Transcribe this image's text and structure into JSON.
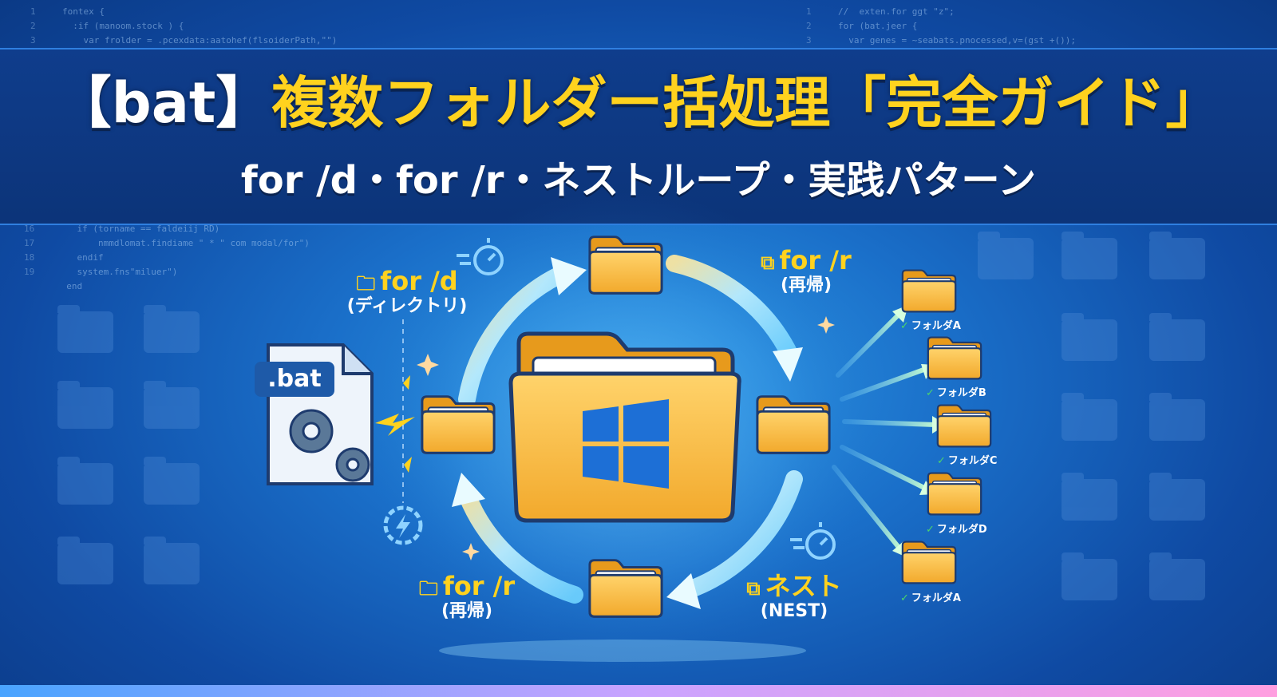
{
  "title": {
    "part1": "【bat】",
    "part2": "複数フォルダー括処理「完全ガイド」"
  },
  "subtitle": "for /d・for /r・ネストループ・実践パターン",
  "code_left": [
    {
      "n": "1",
      "t": "fontex {"
    },
    {
      "n": "2",
      "t": "  :if (manoom.stock ) {"
    },
    {
      "n": "3",
      "t": "    var frolder = .pcexdata:aatohef(flsoiderPath,\"\")"
    }
  ],
  "code_left_lower": [
    {
      "n": "16",
      "t": "    if (torname == faldeiij RD)"
    },
    {
      "n": "17",
      "t": "        nmmdlomat.findiame \" * \" com modal/for\")"
    },
    {
      "n": "18",
      "t": "    endif"
    },
    {
      "n": "19",
      "t": "    system.fns\"miluer\")"
    },
    {
      "n": "",
      "t": "  end"
    }
  ],
  "code_right": [
    {
      "n": "1",
      "t": "//  exten.for ggt \"z\";"
    },
    {
      "n": "2",
      "t": "for (bat.jeer {"
    },
    {
      "n": "3",
      "t": "  var genes = ~seabats.pnocessed,v=(gst +());"
    }
  ],
  "labels": {
    "ford": {
      "main": "for /d",
      "sub": "(ディレクトリ)"
    },
    "forr_top": {
      "main": "for /r",
      "sub": "(再帰)"
    },
    "forr_bottom": {
      "main": "for /r",
      "sub": "(再帰)"
    },
    "nest": {
      "main": "ネスト",
      "sub": "(NEST)"
    },
    "bat": ".bat"
  },
  "folders_right": [
    "フォルダA",
    "フォルダB",
    "フォルダC",
    "フォルダD",
    "フォルダA"
  ],
  "colors": {
    "accent_yellow": "#ffd21e",
    "folder_fill": "#f6b93b",
    "folder_light": "#ffd36b",
    "windows_blue": "#1d6fd6",
    "banner": "#0f3d8c",
    "check_green": "#4cd46b"
  },
  "icons": {
    "folder": "folder-icon",
    "stopwatch": "stopwatch-icon",
    "gear": "gear-icon",
    "windows": "windows-logo",
    "sparkle": "sparkle-icon",
    "lightning": "lightning-icon",
    "loop": "loop-icon",
    "check": "check-icon"
  }
}
